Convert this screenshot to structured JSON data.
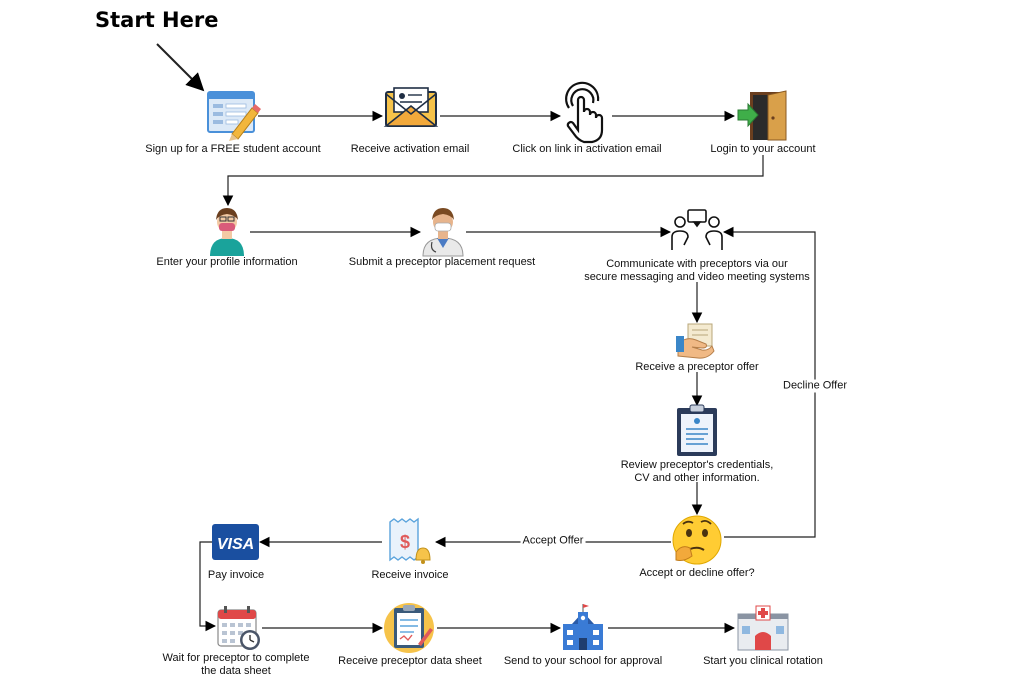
{
  "title": "Start Here",
  "steps": {
    "signup": "Sign up for a FREE student account",
    "activation_email": "Receive activation email",
    "click_link": "Click on link in activation email",
    "login": "Login to your account",
    "profile": "Enter your profile information",
    "placement_request": "Submit a preceptor placement request",
    "communicate_line1": "Communicate with preceptors via our",
    "communicate_line2": "secure messaging and video meeting systems",
    "receive_offer": "Receive a preceptor offer",
    "review_line1": "Review preceptor's credentials,",
    "review_line2": "CV and other information.",
    "accept_decline": "Accept or decline offer?",
    "receive_invoice": "Receive invoice",
    "pay_invoice": "Pay invoice",
    "wait_line1": "Wait for preceptor to complete",
    "wait_line2": "the data sheet",
    "receive_datasheet": "Receive preceptor data sheet",
    "send_school": "Send to your school for approval",
    "start_rotation": "Start you clinical rotation"
  },
  "edges": {
    "decline": "Decline Offer",
    "accept": "Accept Offer"
  },
  "icons": {
    "visa_text": "VISA",
    "colors": {
      "envelope": "#f6c34a",
      "visa_blue": "#1a4fa0",
      "scrub_green": "#1aa39b",
      "school_blue": "#3a7bd5",
      "hospital_red": "#e04848"
    }
  }
}
